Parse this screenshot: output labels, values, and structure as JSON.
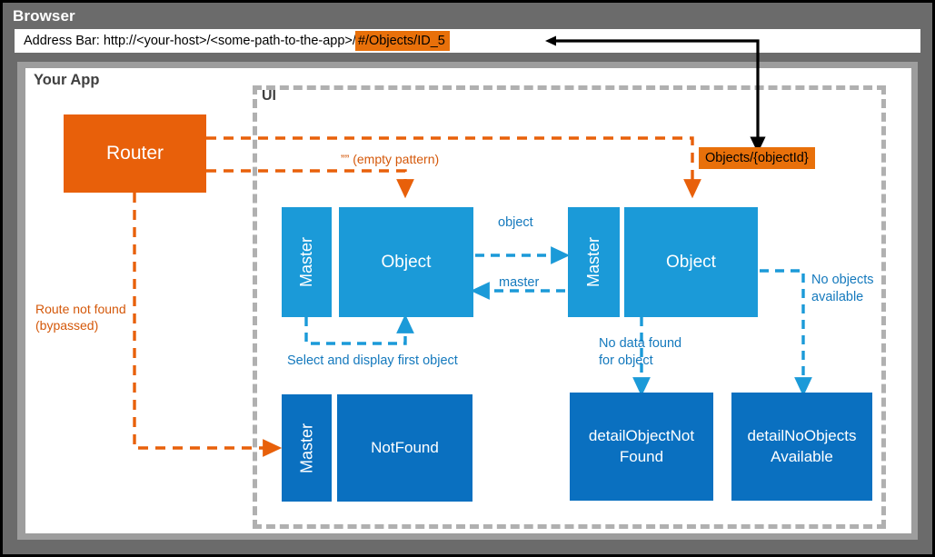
{
  "browser": {
    "title": "Browser",
    "address_label": "Address Bar: http://<your-host>/<some-path-to-the-app>/",
    "address_hash": "#/Objects/ID_5"
  },
  "app": {
    "title": "Your App",
    "ui_region_label": "UI"
  },
  "nodes": {
    "router": "Router",
    "master_top_left": "Master",
    "object_left": "Object",
    "master_top_right": "Master",
    "object_right": "Object",
    "master_bottom": "Master",
    "not_found": "NotFound",
    "detail_object_not_found": "detailObjectNot\nFound",
    "detail_object_not_found_line1": "detailObjectNot",
    "detail_object_not_found_line2": "Found",
    "detail_no_objects_available_line1": "detailNoObjects",
    "detail_no_objects_available_line2": "Available"
  },
  "route_pill": {
    "objects_object_id": "Objects/{objectId}"
  },
  "labels": {
    "empty_pattern": "”” (empty pattern)",
    "route_not_found_line1": "Route not found",
    "route_not_found_line2": "(bypassed)",
    "select_and_display": "Select and display first object",
    "object_flow": "object",
    "master_flow": "master",
    "no_data_found_line1": "No data found",
    "no_data_found_line2": "for object",
    "no_objects_line1": "No objects",
    "no_objects_line2": "available"
  },
  "colors": {
    "orange": "#e8600a",
    "orange_pill": "#e8700a",
    "light_blue": "#1b9ad8",
    "dark_blue": "#0a70c0",
    "blue_text": "#1479bd",
    "orange_text": "#d4580a",
    "chrome_gray": "#6b6b6b",
    "panel_gray": "#9d9d9d",
    "dashed_gray": "#b0b0b0"
  }
}
